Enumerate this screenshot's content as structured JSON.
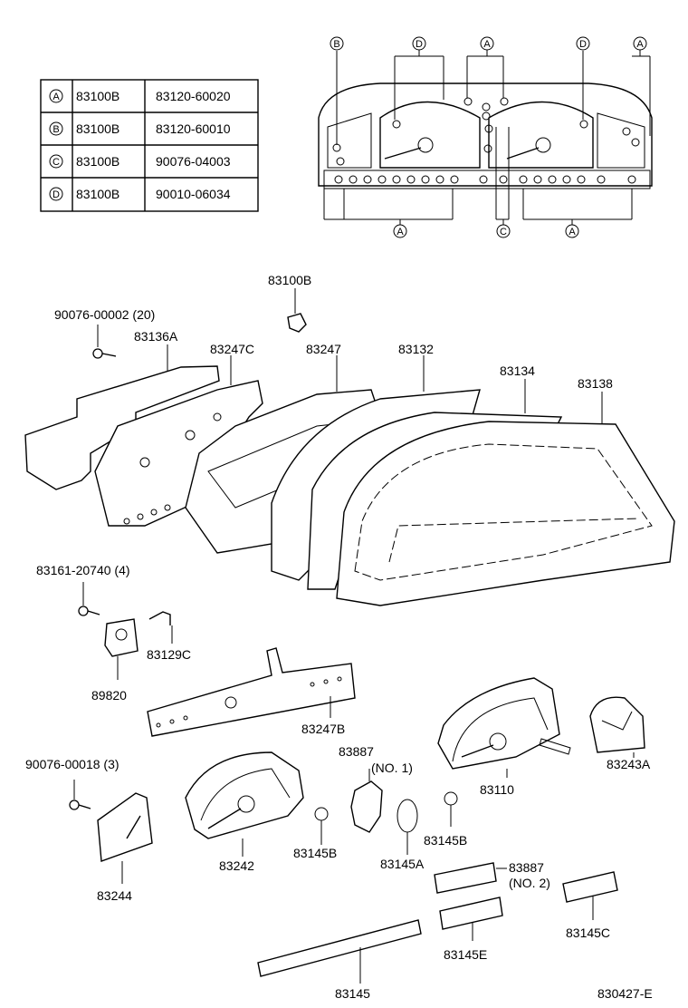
{
  "legend": [
    {
      "key": "A",
      "part": "83100B",
      "number": "83120-60020"
    },
    {
      "key": "B",
      "part": "83100B",
      "number": "83120-60010"
    },
    {
      "key": "C",
      "part": "83100B",
      "number": "90076-04003"
    },
    {
      "key": "D",
      "part": "83100B",
      "number": "90010-06034"
    }
  ],
  "callouts": {
    "b_top": "B",
    "d_left": "D",
    "a_top_mid": "A",
    "d_right": "D",
    "a_top_right": "A",
    "a_bottom_left": "A",
    "c_bottom": "C",
    "a_bottom_right": "A"
  },
  "parts": {
    "p83100B": "83100B",
    "p90076_00002": "90076-00002 (20)",
    "p83136A": "83136A",
    "p83247C": "83247C",
    "p83247": "83247",
    "p83132": "83132",
    "p83134": "83134",
    "p83138": "83138",
    "p83161": "83161-20740 (4)",
    "p83129C": "83129C",
    "p89820": "89820",
    "p83247B": "83247B",
    "p90076_00018": "90076-00018 (3)",
    "p83887_1": "83887",
    "p83887_1_no": "(NO. 1)",
    "p83110": "83110",
    "p83243A": "83243A",
    "p83242": "83242",
    "p83145B_left": "83145B",
    "p83145A": "83145A",
    "p83145B_right": "83145B",
    "p83887_2": "83887",
    "p83887_2_no": "(NO. 2)",
    "p83244": "83244",
    "p83145E": "83145E",
    "p83145C": "83145C",
    "p83145": "83145"
  },
  "diagram_id": "830427-E"
}
